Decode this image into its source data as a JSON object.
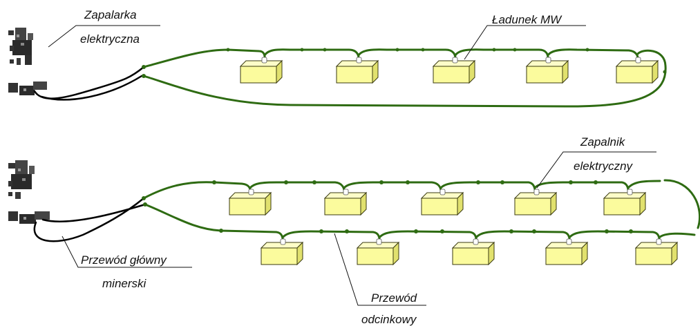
{
  "labels": {
    "exploder": [
      "Zapalarka",
      "elektryczna"
    ],
    "charge": "Ładunek MW",
    "detonator": [
      "Zapalnik",
      "elektryczny"
    ],
    "main_wire": [
      "Przewód główny",
      "minerski"
    ],
    "section_wire": [
      "Przewód",
      "odcinkowy"
    ]
  },
  "diagrams": [
    {
      "id": "series-circuit",
      "charges": 5
    },
    {
      "id": "parallel-series-circuit",
      "charges": 10
    }
  ],
  "colors": {
    "wire": "#2e6b12",
    "main_wire": "#000000",
    "charge_front": "#fbfb9d",
    "charge_top": "#fdfdc8",
    "charge_side": "#e1e16e"
  },
  "icons": [
    "exploder-icon"
  ]
}
